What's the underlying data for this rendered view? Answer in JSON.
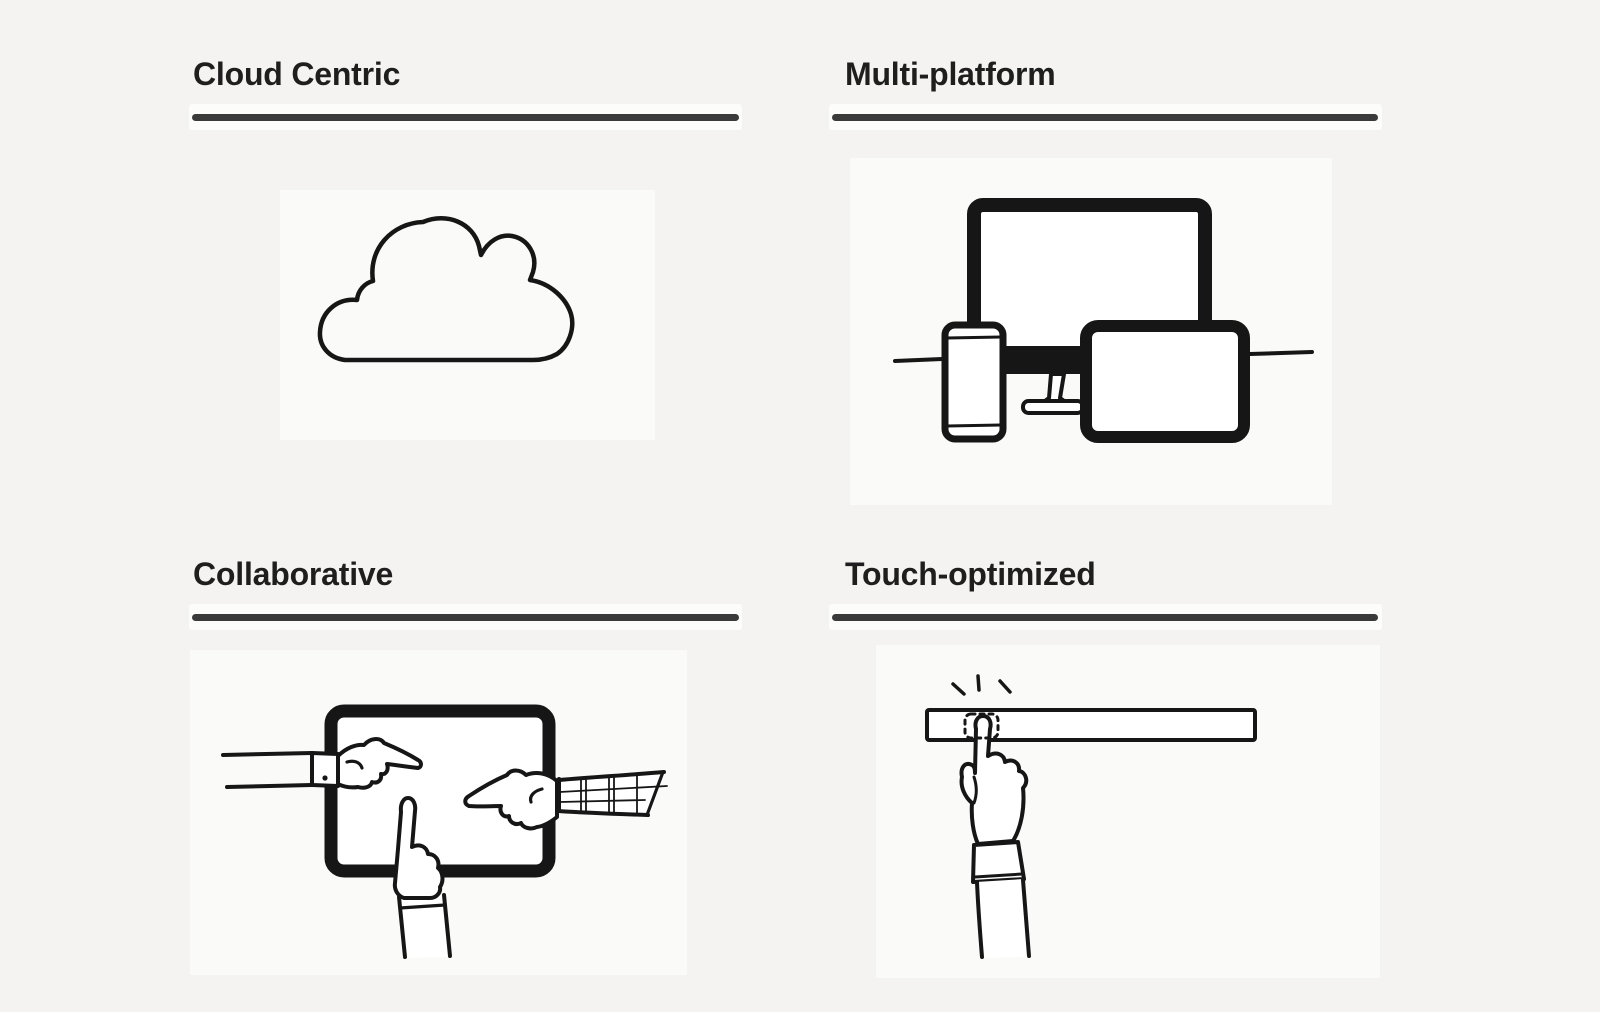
{
  "page": {
    "type": "feature-overview-slide",
    "background_color": "#f4f3f1",
    "panel_background_color": "#fafaf8",
    "heading_color": "#1e1e1e",
    "divider_color": "#3a3a3a",
    "illustration_ink_color": "#161616"
  },
  "features": [
    {
      "id": "cloud-centric",
      "title": "Cloud Centric",
      "icon": "cloud-icon"
    },
    {
      "id": "multi-platform",
      "title": "Multi-platform",
      "icon": "multi-device-icon"
    },
    {
      "id": "collaborative",
      "title": "Collaborative",
      "icon": "hands-on-tablet-icon"
    },
    {
      "id": "touch-optimized",
      "title": "Touch-optimized",
      "icon": "finger-tap-toolbar-icon"
    }
  ]
}
